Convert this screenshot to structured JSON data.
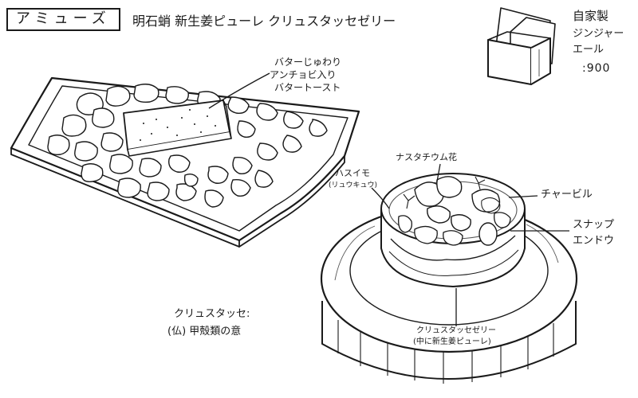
{
  "header": {
    "category": "アミューズ",
    "dish_title": "明石蛸 新生姜ピューレ クリュスタッセゼリー"
  },
  "drink": {
    "name_line1": "自家製",
    "name_line2": "ジンジャー",
    "name_line3": "エール",
    "price": ":900"
  },
  "toast_note": {
    "line1": "バターじゅわり",
    "line2": "アンチョビ入り",
    "line3": "バタートースト"
  },
  "bowl_labels": {
    "nasturtium": "ナスタチウム花",
    "chervil": "チャービル",
    "snap_pea_line1": "スナップ",
    "snap_pea_line2": "エンドウ",
    "hasuimo_line1": "ハスイモ",
    "hasuimo_line2": "(リュウキュウ)",
    "jelly_line1": "クリュスタッセゼリー",
    "jelly_line2": "(中に新生姜ピューレ)"
  },
  "note": {
    "line1": "クリュスタッセ:",
    "line2": "(仏) 甲殻類の意"
  }
}
